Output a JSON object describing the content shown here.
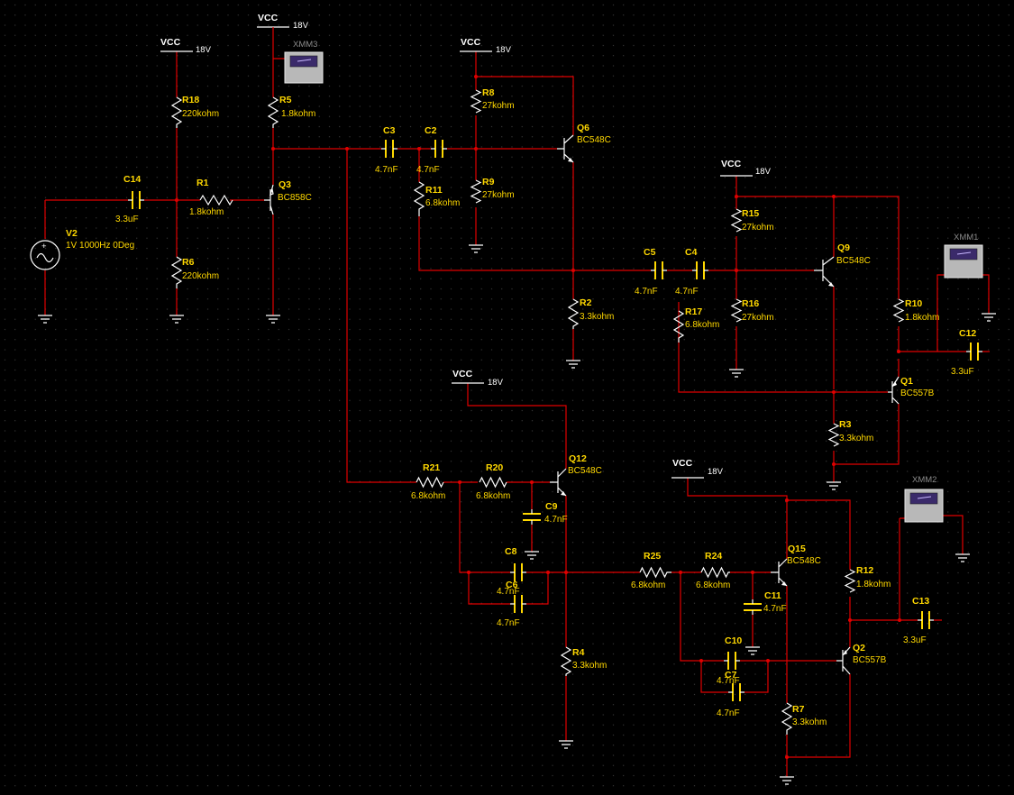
{
  "vcc": {
    "label": "VCC",
    "voltage": "18V"
  },
  "source": {
    "name": "V2",
    "spec": "1V 1000Hz 0Deg"
  },
  "meters": {
    "xmm1": "XMM1",
    "xmm2": "XMM2",
    "xmm3": "XMM3"
  },
  "resistors": {
    "R18": {
      "name": "R18",
      "value": "220kohm"
    },
    "R6": {
      "name": "R6",
      "value": "220kohm"
    },
    "R1": {
      "name": "R1",
      "value": "1.8kohm"
    },
    "R5": {
      "name": "R5",
      "value": "1.8kohm"
    },
    "R8": {
      "name": "R8",
      "value": "27kohm"
    },
    "R9": {
      "name": "R9",
      "value": "27kohm"
    },
    "R11": {
      "name": "R11",
      "value": "6.8kohm"
    },
    "R2": {
      "name": "R2",
      "value": "3.3kohm"
    },
    "R15": {
      "name": "R15",
      "value": "27kohm"
    },
    "R16": {
      "name": "R16",
      "value": "27kohm"
    },
    "R17": {
      "name": "R17",
      "value": "6.8kohm"
    },
    "R10": {
      "name": "R10",
      "value": "1.8kohm"
    },
    "R3": {
      "name": "R3",
      "value": "3.3kohm"
    },
    "R21": {
      "name": "R21",
      "value": "6.8kohm"
    },
    "R20": {
      "name": "R20",
      "value": "6.8kohm"
    },
    "R4": {
      "name": "R4",
      "value": "3.3kohm"
    },
    "R25": {
      "name": "R25",
      "value": "6.8kohm"
    },
    "R24": {
      "name": "R24",
      "value": "6.8kohm"
    },
    "R12": {
      "name": "R12",
      "value": "1.8kohm"
    },
    "R7": {
      "name": "R7",
      "value": "3.3kohm"
    }
  },
  "capacitors": {
    "C14": {
      "name": "C14",
      "value": "3.3uF"
    },
    "C3": {
      "name": "C3",
      "value": "4.7nF"
    },
    "C2": {
      "name": "C2",
      "value": "4.7nF"
    },
    "C5": {
      "name": "C5",
      "value": "4.7nF"
    },
    "C4": {
      "name": "C4",
      "value": "4.7nF"
    },
    "C12": {
      "name": "C12",
      "value": "3.3uF"
    },
    "C9": {
      "name": "C9",
      "value": "4.7nF"
    },
    "C8": {
      "name": "C8",
      "value": "4.7nF"
    },
    "C6": {
      "name": "C6",
      "value": "4.7nF"
    },
    "C11": {
      "name": "C11",
      "value": "4.7nF"
    },
    "C10": {
      "name": "C10",
      "value": "4.7nF"
    },
    "C7": {
      "name": "C7",
      "value": "4.7nF"
    },
    "C13": {
      "name": "C13",
      "value": "3.3uF"
    }
  },
  "transistors": {
    "Q3": {
      "name": "Q3",
      "model": "BC858C"
    },
    "Q6": {
      "name": "Q6",
      "model": "BC548C"
    },
    "Q9": {
      "name": "Q9",
      "model": "BC548C"
    },
    "Q1": {
      "name": "Q1",
      "model": "BC557B"
    },
    "Q12": {
      "name": "Q12",
      "model": "BC548C"
    },
    "Q15": {
      "name": "Q15",
      "model": "BC548C"
    },
    "Q2": {
      "name": "Q2",
      "model": "BC557B"
    }
  },
  "colors": {
    "wire": "#e00000",
    "label": "#ffd800",
    "component": "#ffffff",
    "background": "#000000"
  }
}
